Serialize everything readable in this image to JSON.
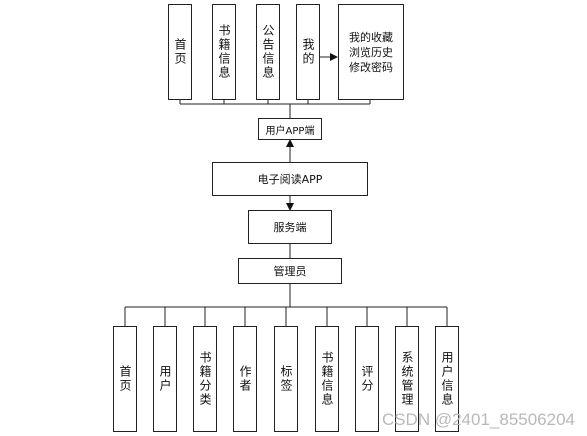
{
  "top_row": [
    {
      "id": "home",
      "label": "首页"
    },
    {
      "id": "book_info",
      "label": "书籍信息"
    },
    {
      "id": "announcement",
      "label": "公告信息"
    },
    {
      "id": "mine",
      "label": "我的"
    }
  ],
  "mine_detail": [
    "我的收藏",
    "浏览历史",
    "修改密码"
  ],
  "user_app": "用户APP端",
  "ebook_app": "电子阅读APP",
  "server": "服务端",
  "admin": "管理员",
  "bottom_row": [
    {
      "id": "home",
      "label": "首页"
    },
    {
      "id": "user",
      "label": "用户"
    },
    {
      "id": "category",
      "label": "书籍分类"
    },
    {
      "id": "author",
      "label": "作者"
    },
    {
      "id": "tag",
      "label": "标签"
    },
    {
      "id": "book_info",
      "label": "书籍信息"
    },
    {
      "id": "rating",
      "label": "评分"
    },
    {
      "id": "system",
      "label": "系统管理"
    },
    {
      "id": "user_info",
      "label": "用户信息"
    }
  ],
  "watermark": "CSDN @2401_85506204"
}
